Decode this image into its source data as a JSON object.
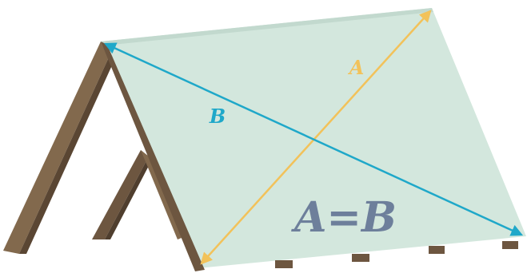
{
  "diagram": {
    "labels": {
      "diagonal_a": "A",
      "diagonal_b": "B",
      "equation": "A=B"
    },
    "colors": {
      "roof_panel": "#d3e7dd",
      "roof_edge": "#c2d9ce",
      "wood_light": "#82694d",
      "wood_mid": "#6d5640",
      "wood_dark": "#4f3e2e",
      "diagonal_a": "#f2c25a",
      "diagonal_b": "#1fa8c9",
      "equation": "#6d7f9b"
    }
  }
}
